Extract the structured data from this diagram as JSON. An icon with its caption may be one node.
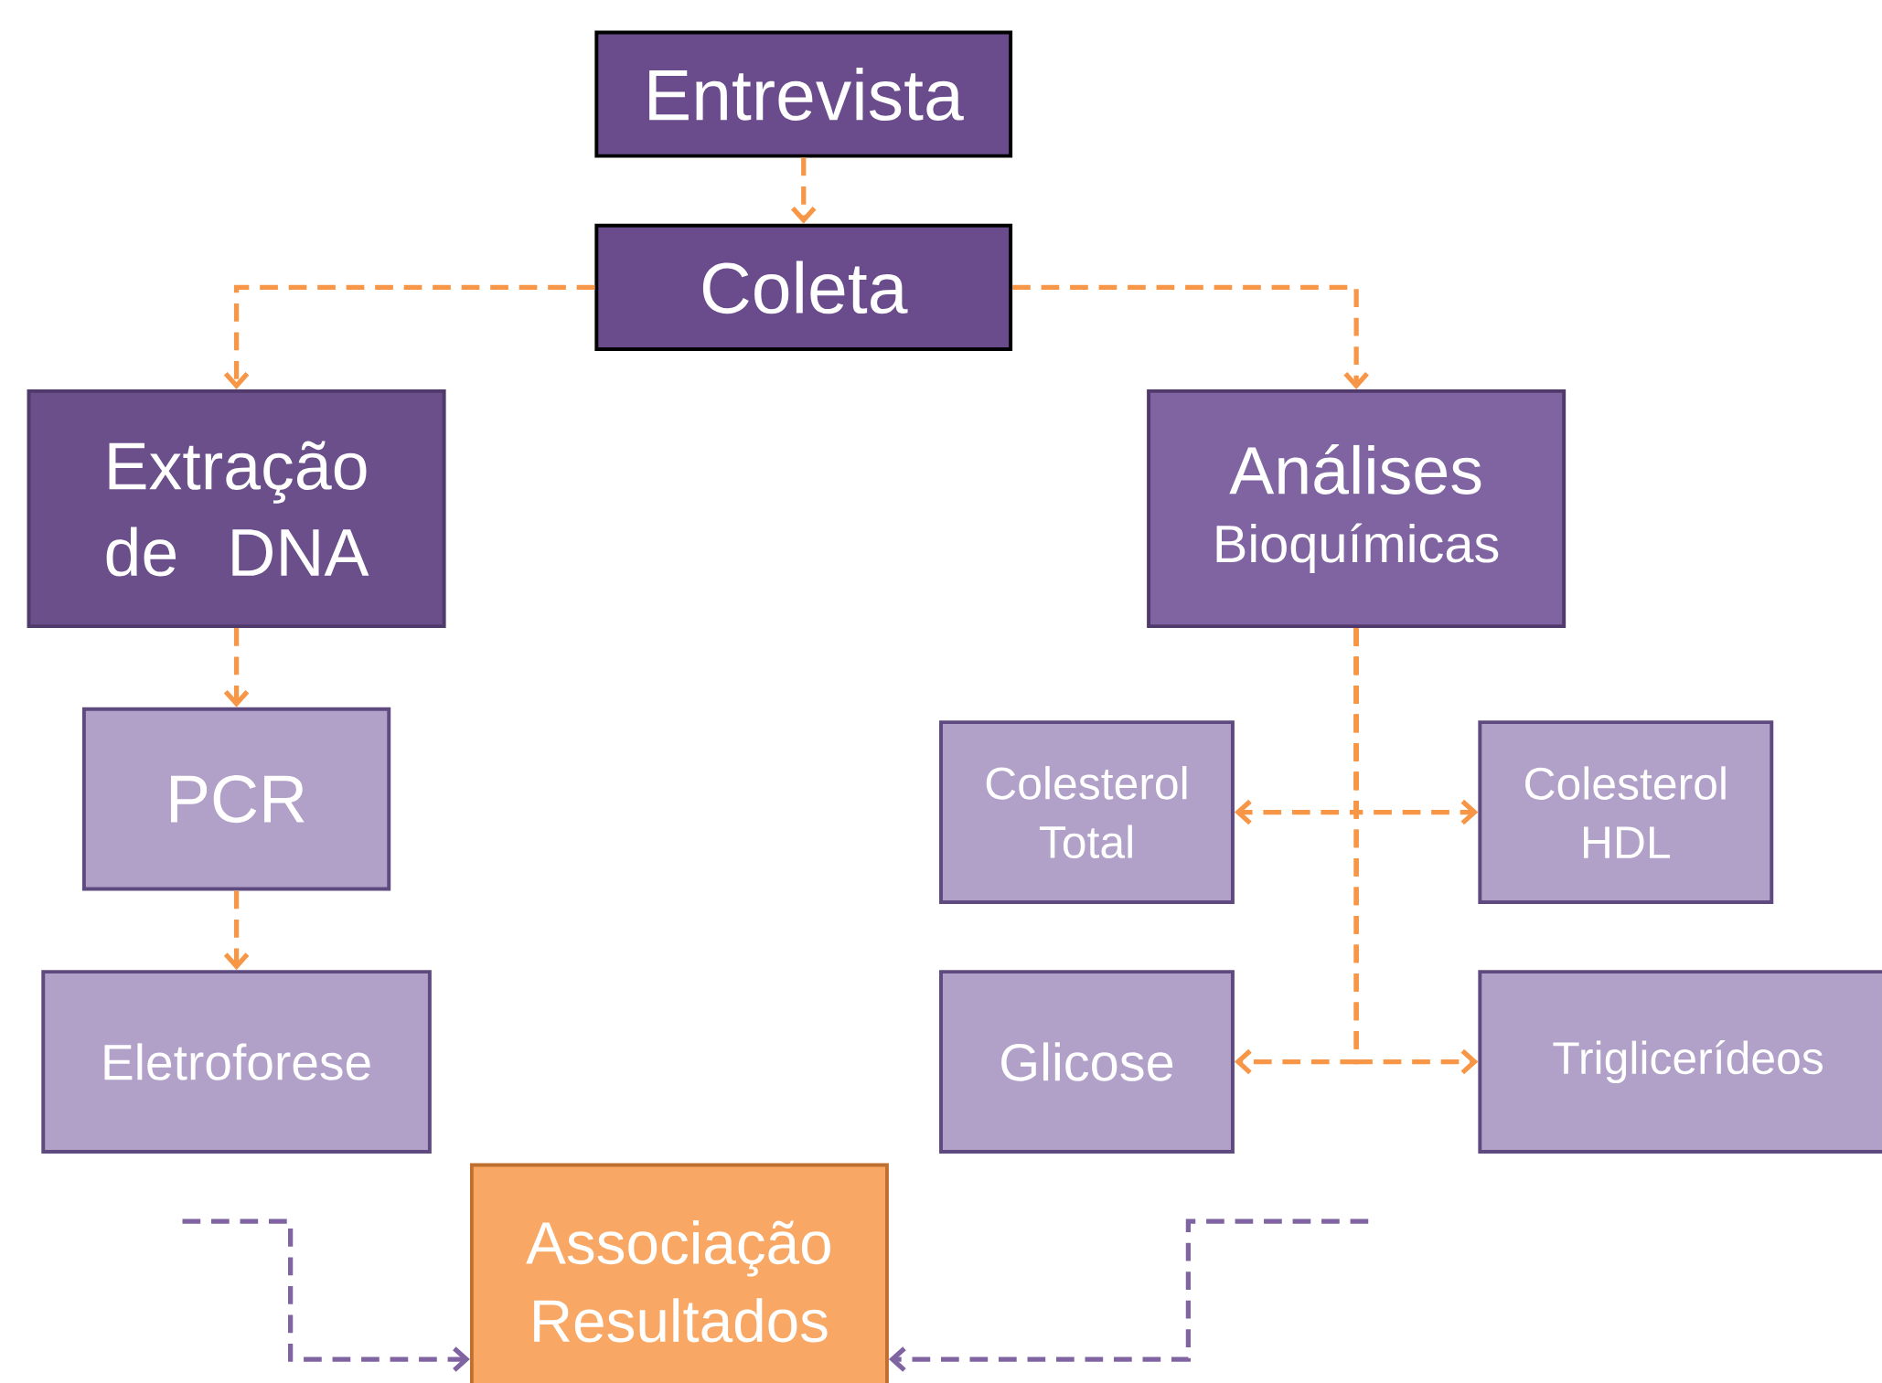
{
  "diagram": {
    "nodes": [
      {
        "text": [
          "Entrevista"
        ]
      },
      {
        "text": [
          "Coleta"
        ]
      },
      {
        "text": [
          "Extração de DNA"
        ]
      },
      {
        "text": [
          "Análises",
          "Bioquímicas"
        ]
      },
      {
        "text": [
          "PCR"
        ]
      },
      {
        "text": [
          "Eletroforese"
        ]
      },
      {
        "text": [
          "Colesterol Total"
        ]
      },
      {
        "text": [
          "Colesterol HDL"
        ]
      },
      {
        "text": [
          "Glicose"
        ]
      },
      {
        "text": [
          "Triglicerídeos"
        ]
      },
      {
        "text": [
          "Associação Resultados"
        ]
      }
    ],
    "edges": [
      {
        "from": 0,
        "to": 1,
        "arrow": "to",
        "style": "dashed"
      },
      {
        "from": 1,
        "to": 2,
        "arrow": "to",
        "style": "dashed"
      },
      {
        "from": 1,
        "to": 3,
        "arrow": "to",
        "style": "dashed"
      },
      {
        "from": 2,
        "to": 4,
        "arrow": "to",
        "style": "dashed"
      },
      {
        "from": 4,
        "to": 5,
        "arrow": "to",
        "style": "dashed"
      },
      {
        "from": 3,
        "to": 6,
        "arrow": "to",
        "style": "dashed"
      },
      {
        "from": 3,
        "to": 7,
        "arrow": "to",
        "style": "dashed"
      },
      {
        "from": 3,
        "to": 8,
        "arrow": "to",
        "style": "dashed"
      },
      {
        "from": 3,
        "to": 9,
        "arrow": "to",
        "style": "dashed"
      },
      {
        "from": null,
        "to": 10,
        "arrow": "to",
        "style": "dashed",
        "color": "#8064a2"
      },
      {
        "from": null,
        "to": 10,
        "arrow": "to",
        "style": "dashed",
        "color": "#8064a2"
      }
    ]
  }
}
